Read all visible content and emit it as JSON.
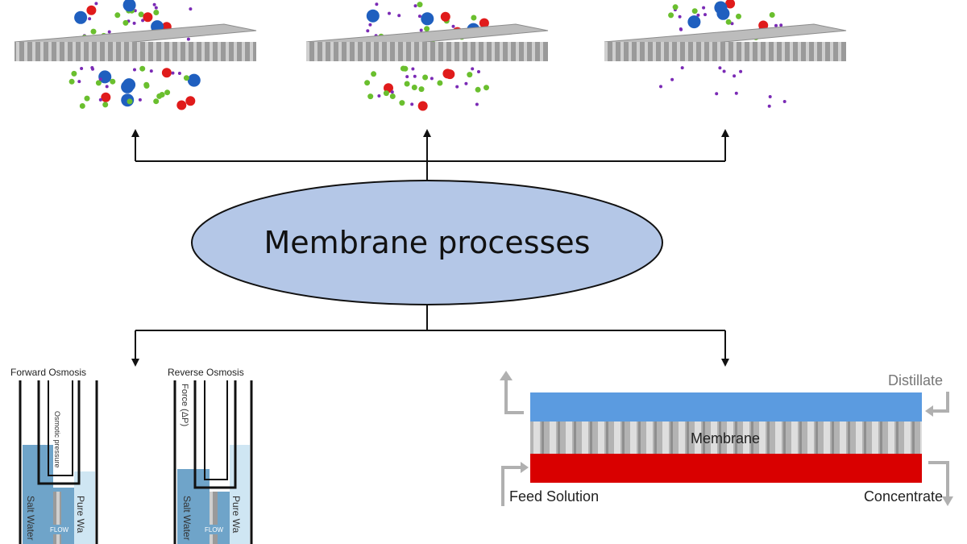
{
  "center": {
    "label": "Membrane processes",
    "fill": "#b4c7e7"
  },
  "colors": {
    "blue_ion": "#1f5fbf",
    "red_ion": "#e01b1b",
    "green_ion": "#6abf2e",
    "purple_ion": "#7a2ab5",
    "membrane_gray": "#8c8c8c",
    "salt_water": "#6fa4c9",
    "pure_water": "#cfe6f3",
    "distillate": "#5b9be0",
    "feed": "#d90000"
  },
  "filtration_panels": [
    {
      "name": "panel-1",
      "passes": [
        "blue",
        "red",
        "green",
        "purple"
      ]
    },
    {
      "name": "panel-2",
      "passes": [
        "red",
        "green",
        "purple"
      ]
    },
    {
      "name": "panel-3",
      "passes": [
        "purple"
      ]
    }
  ],
  "forward_osmosis": {
    "title": "Forward Osmosis",
    "osmotic_label": "Osmotic pressure",
    "salt_label": "Salt Water",
    "pure_label": "Pure Wa",
    "flow_label": "FLOW"
  },
  "reverse_osmosis": {
    "title": "Reverse Osmosis",
    "force_label": "Force (ΔP)",
    "salt_label": "Salt Water",
    "pure_label": "Pure Wa",
    "flow_label": "FLOW"
  },
  "membrane_distillation": {
    "distillate_label": "Distillate",
    "membrane_label": "Membrane",
    "feed_label": "Feed Solution",
    "concentrate_label": "Concentrate"
  }
}
